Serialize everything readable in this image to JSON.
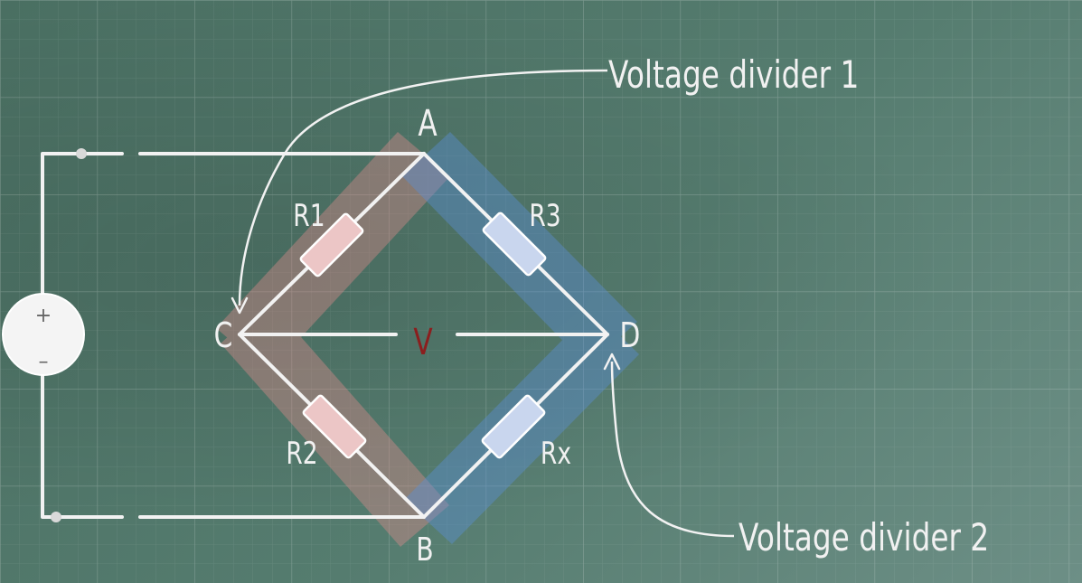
{
  "nodes": {
    "a": "A",
    "b": "B",
    "c": "C",
    "d": "D"
  },
  "resistors": {
    "r1": "R1",
    "r2": "R2",
    "r3": "R3",
    "rx": "Rx"
  },
  "meter": "V",
  "source": {
    "plus": "+",
    "minus": "–"
  },
  "annotations": {
    "divider1": "Voltage divider 1",
    "divider2": "Voltage divider 2"
  },
  "colors": {
    "wire": "#f2f2f2",
    "divider1_band": "#d98a8a",
    "divider2_band": "#5b8ed6",
    "resistor1_fill": "#ecc6c6",
    "resistor2_fill": "#c9d6ee",
    "meter": "#8b1e1e"
  }
}
